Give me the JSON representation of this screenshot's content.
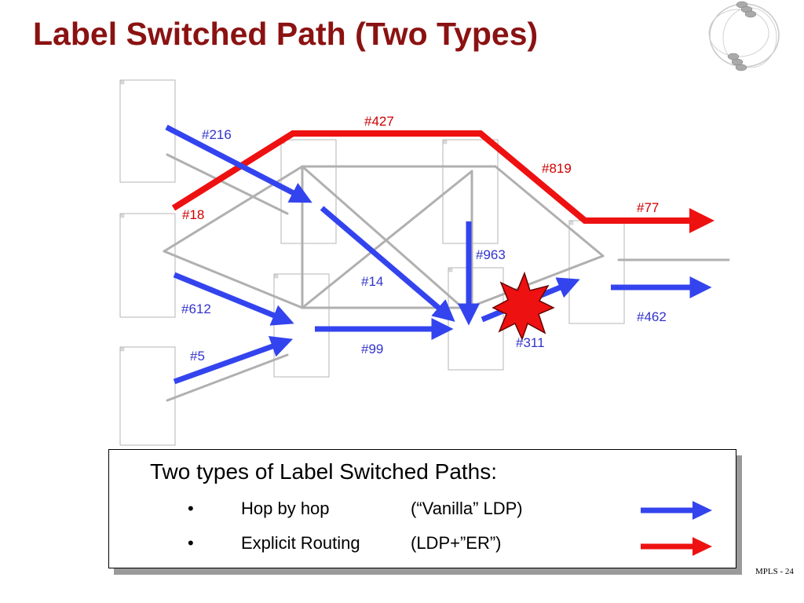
{
  "title": "Label Switched Path (Two Types)",
  "labels": {
    "l427": "#427",
    "l216": "#216",
    "l819": "#819",
    "l18": "#18",
    "l77": "#77",
    "l963": "#963",
    "l14": "#14",
    "l612": "#612",
    "l462": "#462",
    "l311": "#311",
    "l99": "#99",
    "l5": "#5"
  },
  "legend": {
    "title": "Two types of Label Switched Paths:",
    "rows": [
      {
        "bullet": "•",
        "text": "Hop by hop",
        "paren": "(“Vanilla” LDP)",
        "arrow_color": "#3344ee"
      },
      {
        "bullet": "•",
        "text": "Explicit Routing",
        "paren": "(LDP+”ER”)",
        "arrow_color": "#ee1111"
      }
    ]
  },
  "footer": "MPLS - 24",
  "colors": {
    "title": "#8b1212",
    "hop_by_hop": "#3344ee",
    "explicit_route": "#ee1111",
    "link": "#b0b0b0",
    "failure_burst": "#ee1111"
  }
}
